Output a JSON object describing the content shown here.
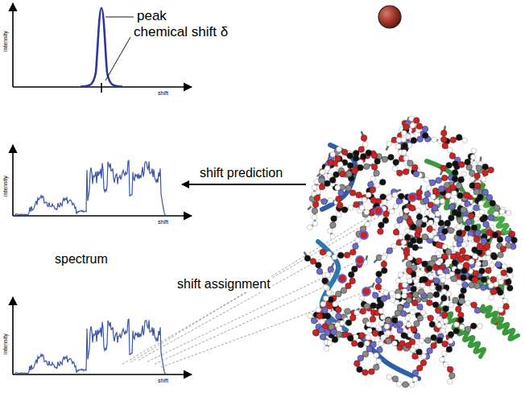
{
  "diagram": {
    "labels": [
      "peak",
      "chemical shift δ",
      "intensity",
      "shift",
      "shift prediction",
      "intensity",
      "shift",
      "spectrum",
      "shift assignment",
      "intensity",
      "shift"
    ]
  }
}
